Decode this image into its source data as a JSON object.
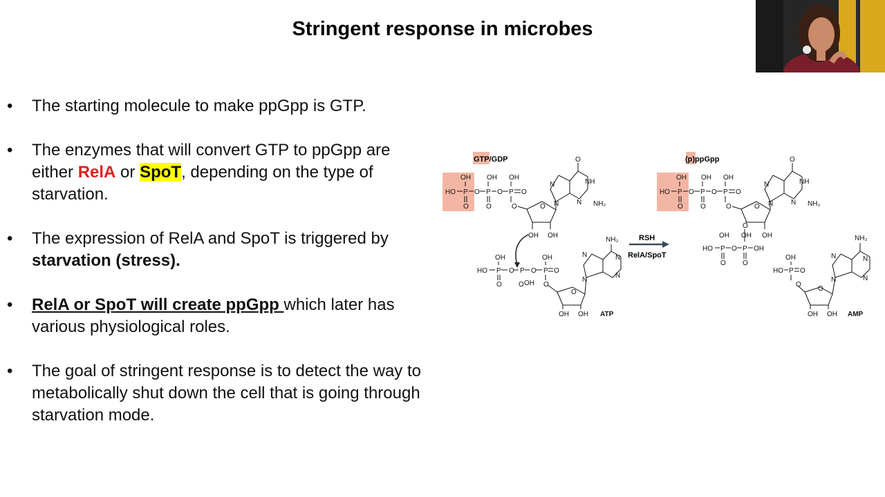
{
  "slide": {
    "title": "Stringent response in microbes",
    "bullets": [
      {
        "text": "The starting molecule to make ppGpp is GTP."
      },
      {
        "pre": "The enzymes that will convert GTP to ppGpp are either ",
        "rela": "RelA",
        "mid": " or ",
        "spot": "SpoT",
        "post": ", depending on the type of starvation."
      },
      {
        "pre": "The expression of RelA and SpoT is triggered by ",
        "bold": "starvation (stress)."
      },
      {
        "underline": "RelA or SpoT will create ppGpp ",
        "post": "which later has various physiological roles."
      },
      {
        "text": "The goal of stringent response is to detect the way to metabolically shut down the cell that is going through starvation mode."
      }
    ],
    "bullet_symbol": "•"
  },
  "scheme": {
    "left_label": "GTP/GDP",
    "right_label": "(p)ppGpp",
    "arrow_top": "RSH",
    "arrow_bottom": "RelA/SpoT",
    "atp_label": "ATP",
    "amp_label": "AMP",
    "oh": "OH",
    "o": "O",
    "p": "P",
    "n": "N",
    "nh": "NH",
    "nh2": "NH₂",
    "ho": "HO",
    "highlight_color": "#f4b6a4"
  },
  "webcam": {
    "icon": "presenter-video"
  }
}
